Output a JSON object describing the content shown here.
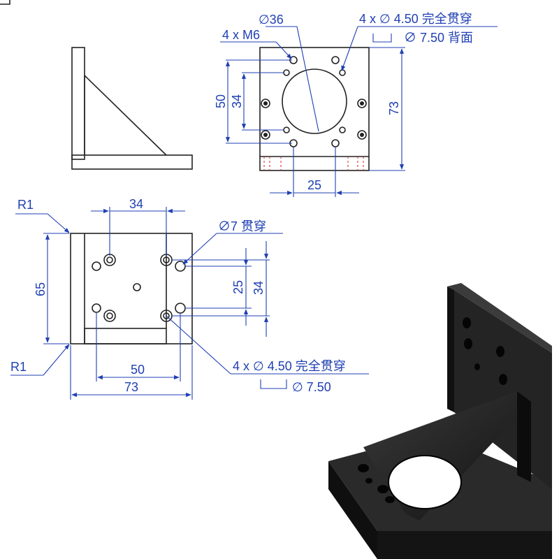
{
  "colors": {
    "dimension": "#1f3fb3",
    "outline": "#222222",
    "hidden_line": "#dd2222",
    "part_body": "#1a1a1a"
  },
  "top_view": {
    "hole_circle_dia": "∅36",
    "tapped_holes": "4 x  M6",
    "thru_holes": "4 x ∅ 4.50 完全贯穿",
    "counterbore_back": "∅ 7.50 背面",
    "dim_50": "50",
    "dim_34": "34",
    "dim_73": "73",
    "dim_25": "25"
  },
  "front_view": {
    "r1_top": "R1",
    "r1_bottom": "R1",
    "dim_34": "34",
    "thru_hole": "∅7 贯穿",
    "dim_65": "65",
    "dim_25": "25",
    "dim_34_right": "34",
    "dim_50": "50",
    "dim_73": "73",
    "thru_holes": "4 x ∅ 4.50 完全贯穿",
    "counterbore": "∅ 7.50"
  }
}
